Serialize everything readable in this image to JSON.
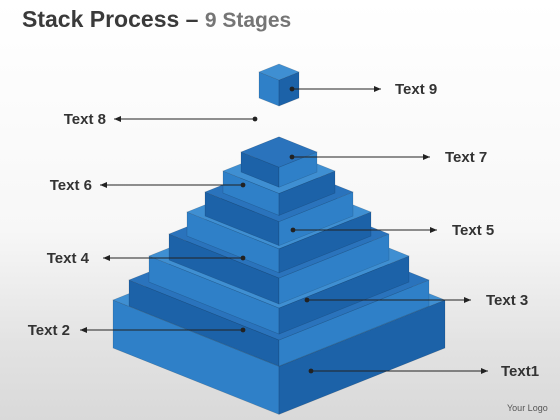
{
  "title": {
    "main": "Stack Process",
    "dash": " – ",
    "sub": "9 Stages"
  },
  "stages": [
    "Text1",
    "Text 2",
    "Text 3",
    "Text 4",
    "Text 5",
    "Text 6",
    "Text 7",
    "Text 8",
    "Text 9"
  ],
  "logo": "Your Logo",
  "colors": {
    "top_light": "#3f8fd2",
    "top_dark": "#2a73bc",
    "front_light": "#2f80c8",
    "front_dark": "#1c62a8",
    "line": "#222222"
  }
}
